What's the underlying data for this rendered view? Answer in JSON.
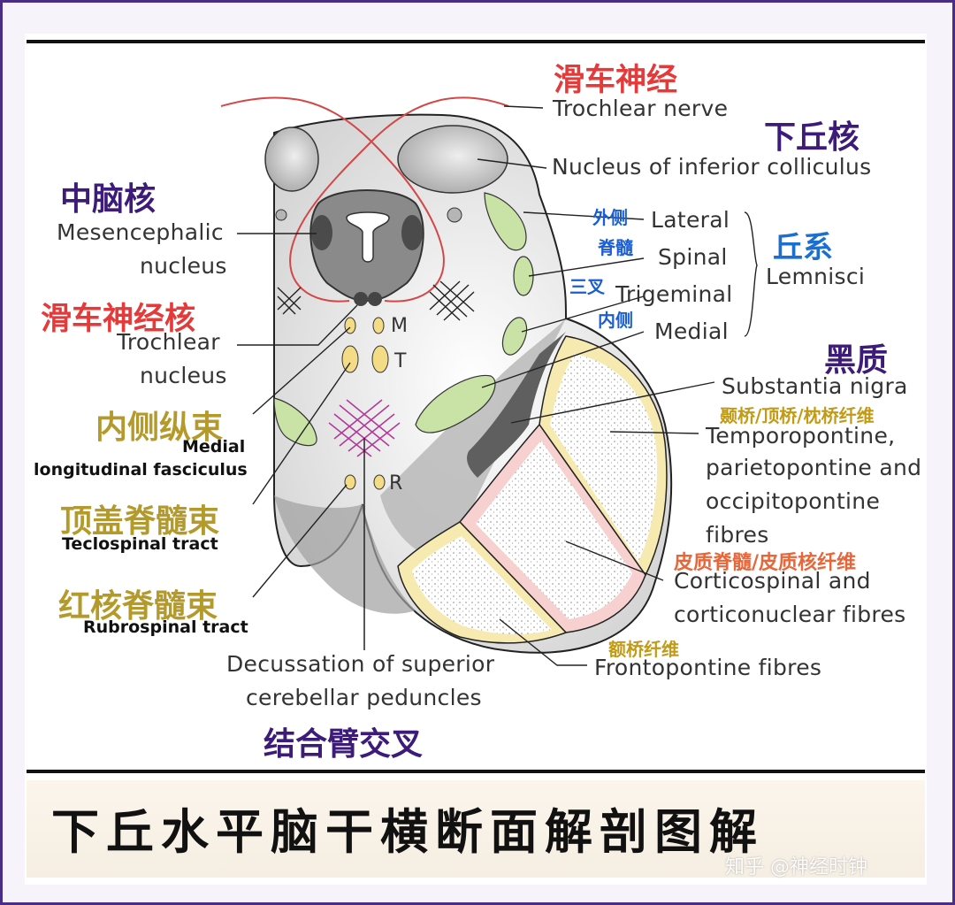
{
  "labels": {
    "trochlear_nerve_zh": "滑车神经",
    "trochlear_nerve_en": "Trochlear nerve",
    "inferior_colliculus_zh": "下丘核",
    "inferior_colliculus_en": "Nucleus of inferior colliculus",
    "mesencephalic_zh": "中脑核",
    "mesencephalic_en_1": "Mesencephalic",
    "mesencephalic_en_2": "nucleus",
    "trochlear_nucleus_zh": "滑车神经核",
    "trochlear_nucleus_en_1": "Trochlear",
    "trochlear_nucleus_en_2": "nucleus",
    "lateral_zh": "外侧",
    "lateral_en": "Lateral",
    "spinal_zh": "脊髓",
    "spinal_en": "Spinal",
    "trigeminal_zh": "三叉",
    "trigeminal_en": "Trigeminal",
    "medial_zh": "内侧",
    "medial_en": "Medial",
    "lemnisci_zh": "丘系",
    "lemnisci_en": "Lemnisci",
    "substantia_nigra_zh": "黑质",
    "substantia_nigra_en": "Substantia nigra",
    "pontine_fibres_zh": "颞桥/顶桥/枕桥纤维",
    "pontine_fibres_en_1": "Temporopontine,",
    "pontine_fibres_en_2": "parietopontine and",
    "pontine_fibres_en_3": "occipitopontine",
    "pontine_fibres_en_4": "fibres",
    "mlf_zh": "内侧纵束",
    "mlf_en_1": "Medial",
    "mlf_en_2": "longitudinal fasciculus",
    "tectospinal_zh": "顶盖脊髓束",
    "tectospinal_en": "Teclospinal tract",
    "rubrospinal_zh": "红核脊髓束",
    "rubrospinal_en": "Rubrospinal tract",
    "corticospinal_zh": "皮质脊髓/皮质核纤维",
    "corticospinal_en_1": "Corticospinal and",
    "corticospinal_en_2": "corticonuclear fibres",
    "frontopontine_zh": "额桥纤维",
    "frontopontine_en": "Frontopontine fibres",
    "decussation_en_1": "Decussation of superior",
    "decussation_en_2": "cerebellar peduncles",
    "decussation_zh": "结合臂交叉",
    "letter_m": "M",
    "letter_t": "T",
    "letter_r": "R"
  },
  "banner": {
    "title": "下丘水平脑干横断面解剖图解",
    "watermark": "知乎 @神经时钟"
  },
  "colors": {
    "frame": "#4a2d86",
    "zh_red": "#e43a3a",
    "zh_purple": "#3c1c78",
    "zh_blue": "#1b6fd1",
    "zh_gold": "#b49a2a",
    "tract_green": "#c9e2a6",
    "peduncle_yellow": "#f7eab0",
    "peduncle_pink": "#f6d1cf",
    "decussation_magenta": "#b23a9b"
  }
}
